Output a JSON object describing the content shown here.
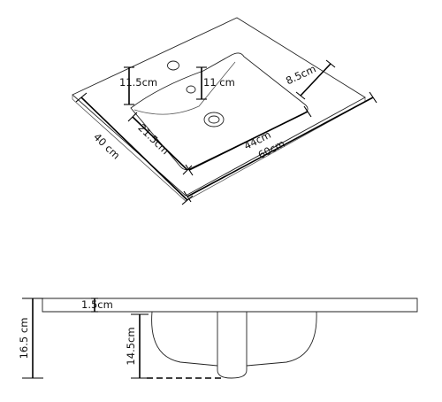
{
  "top_view": {
    "dim_width_outer": "60cm",
    "dim_depth_outer": "40 cm",
    "dim_bowl_width": "44cm",
    "dim_bowl_depth": "21.5cm",
    "dim_tap_offset": "11.5cm",
    "dim_tap_to_bowl": "11 cm",
    "dim_side_margin": "8.5cm"
  },
  "side_view": {
    "dim_total_height": "16.5 cm",
    "dim_bowl_height": "14.5cm",
    "dim_rim_thickness": "1.5cm"
  }
}
